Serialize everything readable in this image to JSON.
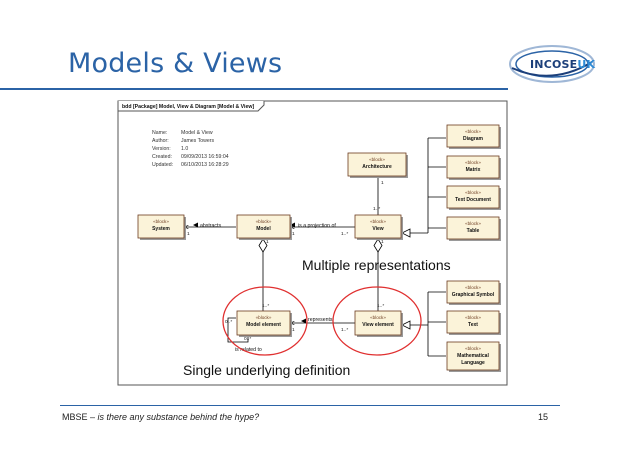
{
  "slide": {
    "title": "Models & Views",
    "footer_prefix": "MBSE – ",
    "footer_italic": "is there any substance behind the hype?",
    "page_number": "15",
    "logo": {
      "word1": "INCOSE",
      "word2": "UK",
      "icon": "incose-swirl-icon"
    }
  },
  "diagram": {
    "frame_label": "bdd [Package] Model, View & Diagram [Model & View]",
    "metadata": [
      {
        "key": "Name:",
        "value": "Model & View"
      },
      {
        "key": "Author:",
        "value": "James Towers"
      },
      {
        "key": "Version:",
        "value": "1.0"
      },
      {
        "key": "Created:",
        "value": "09/09/2013 16:59:04"
      },
      {
        "key": "Updated:",
        "value": "06/10/2013 16:28:29"
      }
    ],
    "stereotype": "«block»",
    "blocks": {
      "system": "System",
      "model": "Model",
      "view": "View",
      "architecture": "Architecture",
      "model_element": "Model element",
      "view_element": "View element",
      "diagram": "Diagram",
      "matrix": "Matrix",
      "text_document": "Text Document",
      "table": "Table",
      "graphical_symbol": "Graphical Symbol",
      "text": "Text",
      "mathematical_language_1": "Mathematical",
      "mathematical_language_2": "Language"
    },
    "associations": {
      "abstracts": "abstracts",
      "is_projection_of": "is a projection of",
      "represents": "represents",
      "is_related_to": "is related to"
    },
    "multiplicities": {
      "one": "1",
      "one_many": "1..*",
      "zero_many": "0..*"
    },
    "callouts": {
      "multiple_representations": "Multiple representations",
      "single_definition": "Single underlying definition"
    },
    "colors": {
      "block_fill": "#fbf3d9",
      "block_border": "#6b3a1f",
      "block_shadow": "#9a9a9a",
      "highlight_ring": "#e03030",
      "title_blue": "#2b63a6",
      "stereotype_text": "#6b3a1f"
    }
  }
}
